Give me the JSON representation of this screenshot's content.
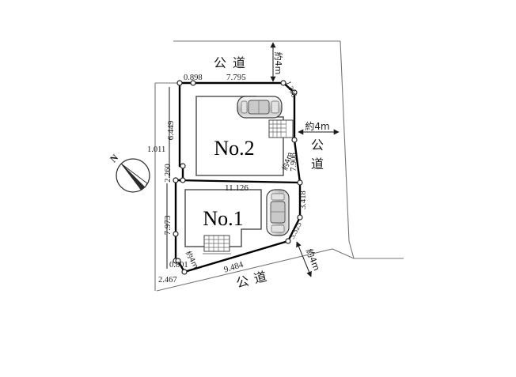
{
  "figure": {
    "type": "site-plan",
    "description": "Japanese residential subdivision plot map showing two lots",
    "lots": [
      {
        "id": "no2",
        "label": "No.2"
      },
      {
        "id": "no1",
        "label": "No.1"
      }
    ],
    "roads": [
      {
        "id": "road-north",
        "label": "公道",
        "width_note": "約4m",
        "orientation": "horizontal-top"
      },
      {
        "id": "road-east",
        "label": "公道",
        "width_note": "約4m",
        "orientation": "vertical-right"
      },
      {
        "id": "road-south",
        "label": "公道",
        "width_note": "約4m",
        "orientation": "diagonal-bottom"
      }
    ],
    "compass": {
      "label": "N"
    },
    "dimensions": {
      "top_left_segment": "0.898",
      "top_main": "7.795",
      "top_right_bevel": "1.306",
      "left_upper": "6.449",
      "left_notch_horizontal": "1.011",
      "left_notch_vertical": "2.260",
      "middle_divider": "11.126",
      "left_lower": "7.973",
      "bottom_left_short": "0.801",
      "bottom_left_offset": "2.467",
      "bottom_diagonal": "9.484",
      "right_upper": "7.906",
      "right_middle": "3.418",
      "right_lower_bevel": "3.325"
    },
    "road_width_labels": {
      "north": "約4m",
      "east": "約4m",
      "east_inner": "約4m",
      "south": "約4m",
      "south_inner": "約4m"
    }
  }
}
